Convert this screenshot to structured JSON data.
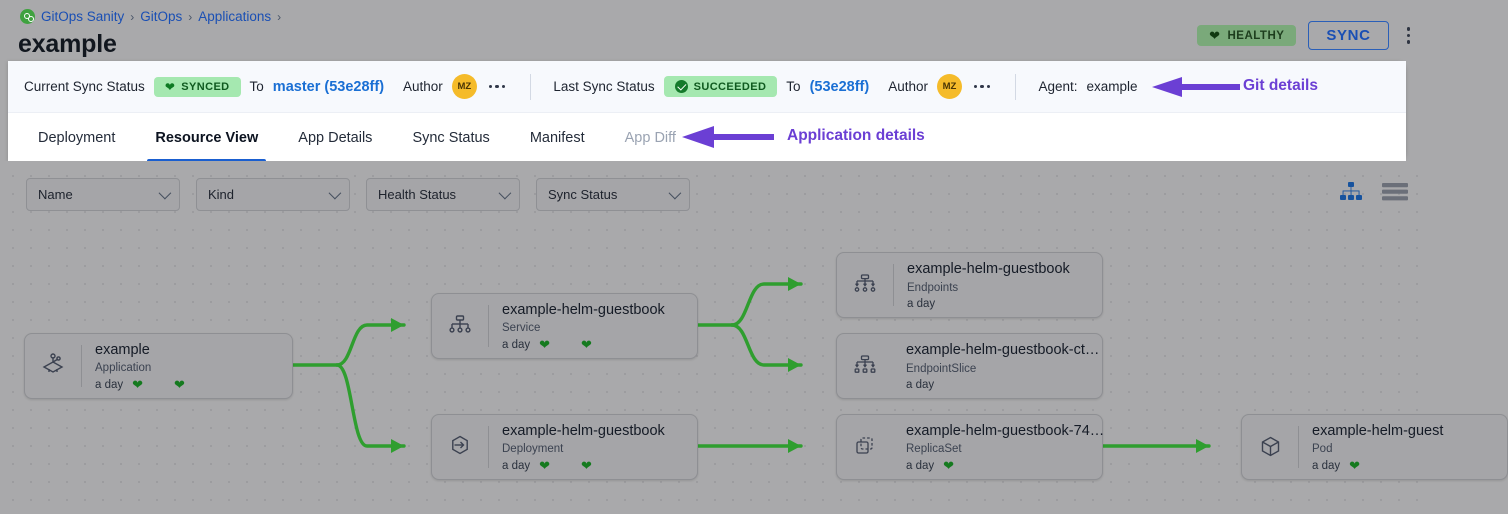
{
  "breadcrumb": {
    "logo_icon": "argo-cd-logo-icon",
    "items": [
      {
        "label": "GitOps Sanity",
        "sep": "›"
      },
      {
        "label": "GitOps",
        "sep": "›"
      },
      {
        "label": "Applications",
        "sep": "›"
      }
    ]
  },
  "header": {
    "title": "example",
    "health_badge": {
      "label": "HEALTHY",
      "icon": "heart-icon",
      "color": "#7aa97a"
    },
    "sync_button": "SYNC",
    "overflow_icon": "kebab-menu-icon"
  },
  "sync_bar": {
    "current": {
      "label": "Current Sync Status",
      "badge": "SYNCED",
      "badge_icon": "heart-icon",
      "to_word": "To",
      "revision": "master (53e28ff)",
      "author_label": "Author",
      "author_initials": "MZ",
      "overflow_icon": "ellipsis-icon"
    },
    "last": {
      "label": "Last Sync Status",
      "badge": "SUCCEEDED",
      "badge_icon": "check-circle-icon",
      "to_word": "To",
      "revision": "(53e28ff)",
      "author_label": "Author",
      "author_initials": "MZ",
      "overflow_icon": "ellipsis-icon"
    },
    "agent": {
      "label": "Agent:",
      "value": "example"
    }
  },
  "annotations": {
    "git_details": "Git details",
    "application_details": "Application details",
    "arrow_color": "#6b3fd4"
  },
  "tabs": [
    {
      "label": "Deployment",
      "state": "normal"
    },
    {
      "label": "Resource View",
      "state": "active"
    },
    {
      "label": "App Details",
      "state": "normal"
    },
    {
      "label": "Sync Status",
      "state": "normal"
    },
    {
      "label": "Manifest",
      "state": "normal"
    },
    {
      "label": "App Diff",
      "state": "disabled"
    }
  ],
  "filters": [
    {
      "label": "Name",
      "icon": "chevron-down-icon"
    },
    {
      "label": "Kind",
      "icon": "chevron-down-icon"
    },
    {
      "label": "Health Status",
      "icon": "chevron-down-icon"
    },
    {
      "label": "Sync Status",
      "icon": "chevron-down-icon"
    }
  ],
  "view_toggles": [
    {
      "name": "tree-view-icon",
      "active": true
    },
    {
      "name": "list-view-icon",
      "active": false
    }
  ],
  "graph": {
    "edge_color": "#2f9e2f",
    "nodes": [
      {
        "id": "app",
        "title": "example",
        "kind": "Application",
        "age": "a day",
        "hearts": 2,
        "icon": "application-icon"
      },
      {
        "id": "service",
        "title": "example-helm-guestbook",
        "kind": "Service",
        "age": "a day",
        "hearts": 2,
        "icon": "service-icon"
      },
      {
        "id": "endpoints",
        "title": "example-helm-guestbook",
        "kind": "Endpoints",
        "age": "a day",
        "hearts": 0,
        "icon": "endpoints-icon"
      },
      {
        "id": "endpointslice",
        "title": "example-helm-guestbook-ct…",
        "kind": "EndpointSlice",
        "age": "a day",
        "hearts": 0,
        "icon": "endpointslice-icon"
      },
      {
        "id": "deployment",
        "title": "example-helm-guestbook",
        "kind": "Deployment",
        "age": "a day",
        "hearts": 2,
        "icon": "deployment-icon"
      },
      {
        "id": "replicaset",
        "title": "example-helm-guestbook-74…",
        "kind": "ReplicaSet",
        "age": "a day",
        "hearts": 1,
        "icon": "replicaset-icon"
      },
      {
        "id": "pod",
        "title": "example-helm-guest",
        "kind": "Pod",
        "age": "a day",
        "hearts": 1,
        "icon": "pod-icon"
      }
    ]
  }
}
